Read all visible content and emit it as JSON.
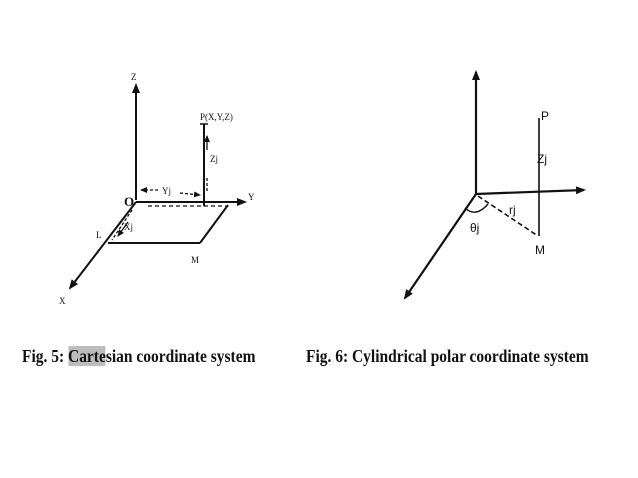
{
  "fig5": {
    "labels": {
      "z": "Z",
      "p": "P(X,Y,Z)",
      "zj": "Zj",
      "o": "O",
      "yj": "Yj",
      "y": "Y",
      "xj": "Xj",
      "l": "L",
      "m": "M",
      "x": "X"
    },
    "caption": {
      "prefix": "Fig. 5: ",
      "highlighted": "Carte",
      "rest": "sian coordinate system"
    }
  },
  "fig6": {
    "labels": {
      "p": "P",
      "zj": "Zj",
      "rj": "rj",
      "thetaj": "θj",
      "m": "M"
    },
    "caption": "Fig. 6: Cylindrical polar coordinate system"
  }
}
